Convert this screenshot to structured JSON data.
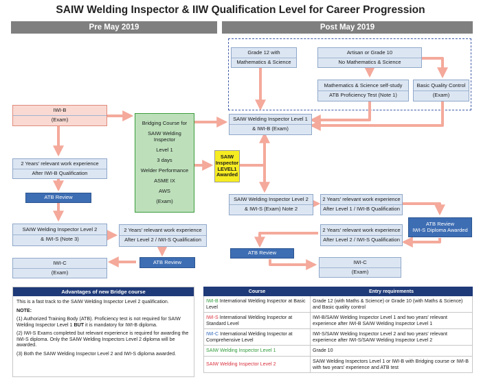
{
  "title": "SAIW Welding Inspector & IIW Qualification Level for Career Progression",
  "headers": {
    "pre": "Pre May 2019",
    "post": "Post May 2019"
  },
  "pre": {
    "iwib": {
      "line1": "IWI-B",
      "line2": "(Exam)"
    },
    "exp1": {
      "line1": "2 Years' relevant work experience",
      "line2": "After IWI-B Qualification"
    },
    "atb1": "ATB Review",
    "swi2": {
      "line1": "SAIW Welding Inspector Level 2",
      "line2": "& IWI-S (Note 3)"
    },
    "exp2": {
      "line1": "2 Years' relevant work experience",
      "line2": "After Level 2 / IWI-S Qualification"
    },
    "atb2": "ATB Review",
    "iwic": {
      "line1": "IWI-C",
      "line2": "(Exam)"
    }
  },
  "bridge": [
    "Bridging Course for",
    "SAIW Welding Inspector",
    "Level 1",
    "3 days",
    "Welder Performance",
    "ASME IX",
    "AWS",
    "(Exam)"
  ],
  "awarded": [
    "SAIW",
    "Inspector",
    "LEVEL1",
    "Awarded"
  ],
  "post": {
    "g12": {
      "line1": "Grade 12 with",
      "line2": "Mathematics & Science"
    },
    "art": {
      "line1": "Artisan or Grade 10",
      "line2": "No Mathematics & Science"
    },
    "ms": {
      "line1": "Mathematics & Science self-study",
      "line2": "ATB Proficiency Test (Note 1)"
    },
    "bqc": {
      "line1": "Basic Quality Control",
      "line2": "(Exam)"
    },
    "swi1": {
      "line1": "SAIW Welding Inspector Level 1",
      "line2": "& IWI-B (Exam)"
    },
    "swi2": {
      "line1": "SAIW Welding Inspector Level 2",
      "line2": "& IWI-S (Exam) Note 2"
    },
    "exp1": {
      "line1": "2 Years' relevant work experience",
      "line2": "After Level 1 / IWI-B Qualification"
    },
    "atbd": {
      "line1": "ATB Review",
      "line2": "IWI-S Diploma Awarded"
    },
    "exp2": {
      "line1": "2 Years' relevant work experience",
      "line2": "After Level 2 / IWI-S Qualification"
    },
    "atb": "ATB Review",
    "iwic": {
      "line1": "IWI-C",
      "line2": "(Exam)"
    }
  },
  "advantages": {
    "header": "Advantages of new Bridge course",
    "intro": "This is a fast track to the SAIW Welding Inspector Level 2 qualification.",
    "note_label": "NOTE:",
    "note1_a": "(1) Authorized Training Body (ATB). Proficiency test is not required for SAIW Welding Inspector Level 1 ",
    "note1_b": "BUT",
    "note1_c": " it is mandatory for IWI-B diploma.",
    "note2": "(2) IWI-S Exams completed but relevant experience is required for awarding the IWI-S diploma. Only the SAIW Welding Inspectors Level 2 diploma will be awarded.",
    "note3": "(3) Both the SAIW Welding Inspector Level 2 and IWI-S diploma awarded."
  },
  "table": {
    "col_course": "Course",
    "col_entry": "Entry requirements",
    "rows": [
      {
        "code": "IWI-B",
        "course": " International Welding Inspector at Basic Level",
        "entry": "Grade 12 (with Maths & Science) or Grade 10 (with Maths & Science) and Basic quality control"
      },
      {
        "code": "IWI-S",
        "course": " International Welding Inspector at Standard Level",
        "entry": "IWI-B/SAIW Welding Inspector Level 1 and two years' relevant experience after IWI-B SAIW Welding Inspector Level 1"
      },
      {
        "code": "IWI-C",
        "course": " International Welding Inspector at Comprehensive Level",
        "entry": "IWI-S/SAIW Welding Inspector Level 2 and two years' relevant experience after IWI-S/SAIW Welding Inspector Level 2"
      },
      {
        "code": "",
        "course": "SAIW Welding Inspector Level 1",
        "entry": "Grade 10"
      },
      {
        "code": "",
        "course": "SAIW Welding Inspector Level 2",
        "entry": "SAIW Welding Inspectors Level 1 or IWI-B with Bridging course or IWI-B with two years' experience and ATB test"
      }
    ]
  },
  "colors": {
    "arrow": "#f4a99b",
    "header_bar": "#7f7f7f",
    "dark_blue": "#3d6db3",
    "table_header": "#1f3a78"
  }
}
